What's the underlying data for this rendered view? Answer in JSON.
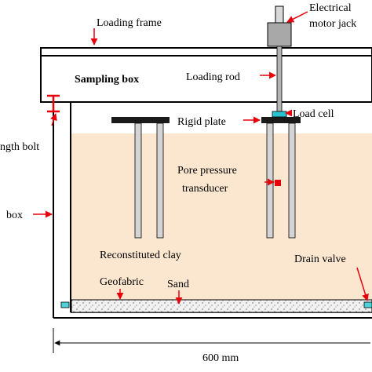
{
  "diagram": {
    "labels": {
      "loading_frame": "Loading frame",
      "electrical": "Electrical",
      "motor_jack": "motor jack",
      "sampling_box": "Sampling box",
      "loading_rod": "Loading rod",
      "load_cell": "Load cell",
      "rigid_plate": "Rigid plate",
      "length_bolt": "ngth bolt",
      "box": "box",
      "pore_pressure": "Pore pressure",
      "transducer": "transducer",
      "reconstituted_clay": "Reconstituted clay",
      "drain_valve": "Drain valve",
      "geofabric": "Geofabric",
      "sand": "Sand",
      "dimension": "600 mm"
    },
    "colors": {
      "clay": "#fbe6cf",
      "arrow": "#e8000b",
      "drain": "#4fd1d9",
      "load_cell": "#29c3d0",
      "motor": "#a8a8a8",
      "rod": "#b4b4b4",
      "sand": "#f2f2f2",
      "stroke": "#000000"
    }
  }
}
